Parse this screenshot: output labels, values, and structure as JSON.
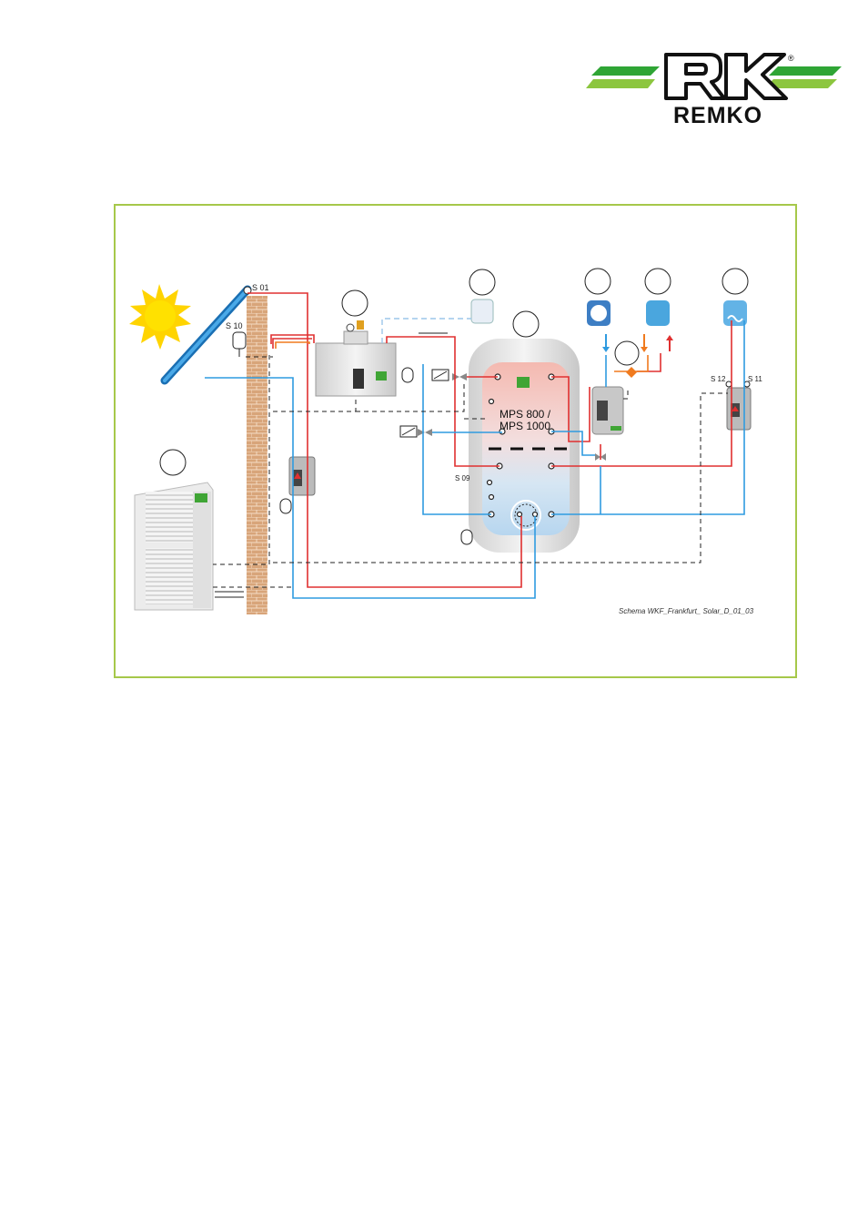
{
  "brand": {
    "name": "REMKO",
    "registered": "®",
    "color_green": "#3fa535",
    "color_dark": "#1a1a1a"
  },
  "frame": {
    "border_color": "#a6c84a"
  },
  "diagram": {
    "tank_label_line1": "MPS 800 /",
    "tank_label_line2": "MPS 1000",
    "sensor_s01": "S 01",
    "sensor_s10": "S 10",
    "sensor_s09": "S 09",
    "sensor_s12": "S 12",
    "sensor_s11": "S 11",
    "caption": "Schema WKF_Frankfurt_ Solar_D_01_03"
  },
  "colors": {
    "hot": "#e03030",
    "cold": "#2f9be0",
    "dhw": "#f07a1e",
    "control": "#222222"
  }
}
